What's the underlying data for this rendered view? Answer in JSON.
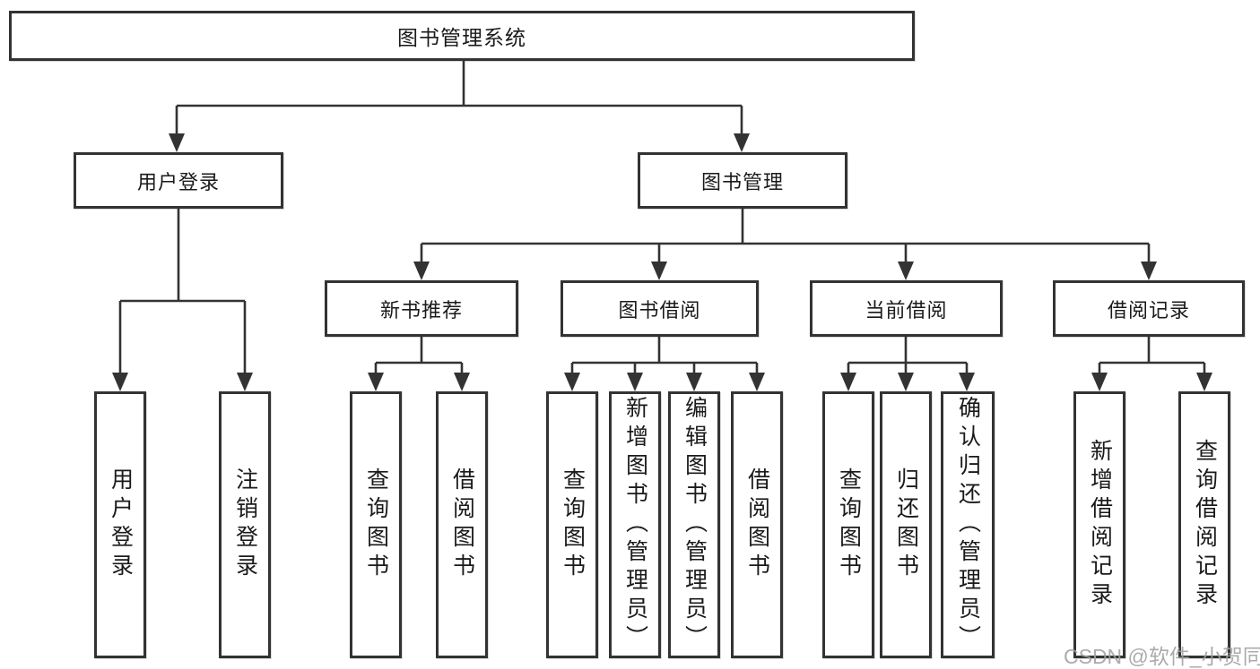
{
  "tree": {
    "root": {
      "label": "图书管理系统"
    },
    "branches": [
      {
        "label": "用户登录",
        "children": [
          {
            "label": "用户登录"
          },
          {
            "label": "注销登录"
          }
        ]
      },
      {
        "label": "图书管理",
        "children": [
          {
            "label": "新书推荐",
            "children": [
              {
                "label": "查询图书"
              },
              {
                "label": "借阅图书"
              }
            ]
          },
          {
            "label": "图书借阅",
            "children": [
              {
                "label": "查询图书"
              },
              {
                "label": "新增图书（管理员）"
              },
              {
                "label": "编辑图书（管理员）"
              },
              {
                "label": "借阅图书"
              }
            ]
          },
          {
            "label": "当前借阅",
            "children": [
              {
                "label": "查询图书"
              },
              {
                "label": "归还图书"
              },
              {
                "label": "确认归还（管理员）"
              }
            ]
          },
          {
            "label": "借阅记录",
            "children": [
              {
                "label": "新增借阅记录"
              },
              {
                "label": "查询借阅记录"
              }
            ]
          }
        ]
      }
    ]
  },
  "watermark": "CSDN @软件_小贺同学",
  "colors": {
    "line": "#333333",
    "text": "#1a1a1a",
    "box_bg": "#ffffff",
    "watermark": "#a0a0a0"
  }
}
